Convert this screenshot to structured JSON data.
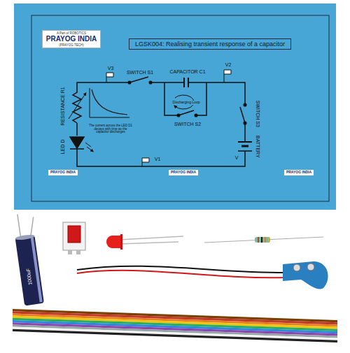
{
  "diagram": {
    "nodes": [
      {
        "text": [
          "A Part of ROBOTICS",
          "PRAYOG INDIA",
          "(PRAYOG TECH)"
        ]
      },
      {
        "text": [
          "LGSK004: Realising transient response of a capacitor"
        ]
      },
      {
        "text": [
          "PRAYOG INDIA"
        ]
      },
      {
        "text": [
          "PRAYOG INDIA"
        ]
      },
      {
        "text": [
          "PRAYOG INDIA"
        ]
      }
    ],
    "labels": [
      "SWITCH S1",
      "V3",
      "CAPACITOR C1",
      "V2",
      "Discharging Loop",
      "SWITCH S2",
      "RESISTANCE R1",
      "LED D",
      "The current across the LED D1 decays with time as the capacitor discharges",
      "V1",
      "SWITCH S3",
      "BATTERY",
      "V",
      "1000uF"
    ]
  }
}
